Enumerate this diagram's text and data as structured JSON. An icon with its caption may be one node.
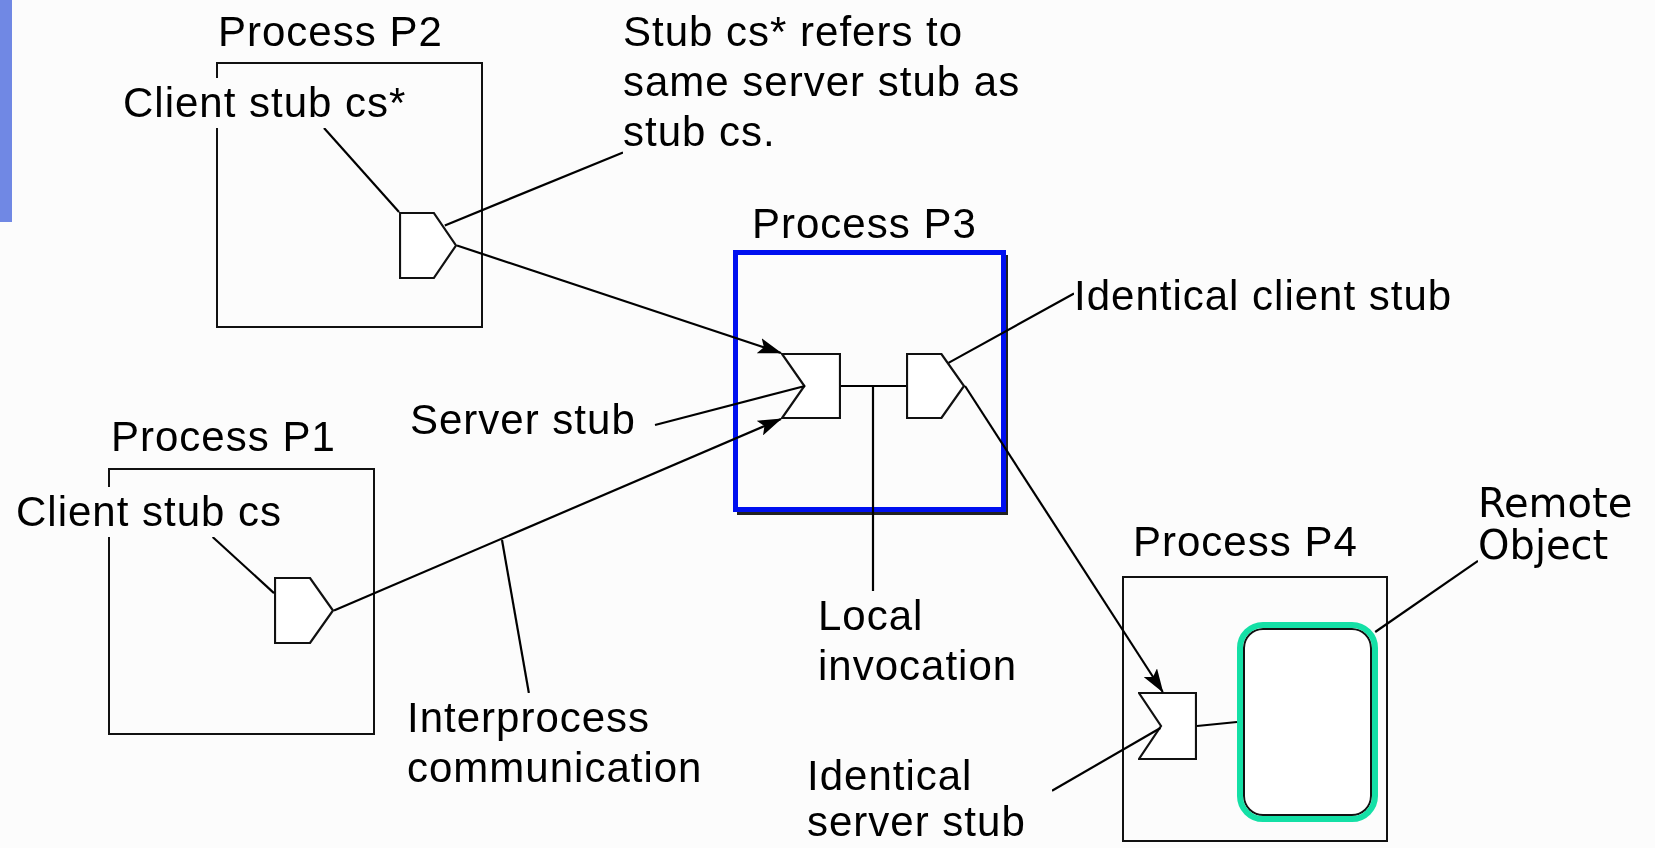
{
  "diagram": {
    "nodes": [
      {
        "text": [
          "Process P2"
        ]
      },
      {
        "text": [],
        "shape": "pentagon",
        "in": 0
      },
      {
        "text": [
          "Client stub cs*"
        ]
      },
      {
        "text": [
          "Stub cs* refers to same server stub as stub cs."
        ]
      },
      {
        "text": [
          "Process P3"
        ]
      },
      {
        "text": [],
        "shape": "chevron",
        "in": 4
      },
      {
        "text": [],
        "shape": "pentagon",
        "in": 4
      },
      {
        "text": [
          "Identical client stub"
        ]
      },
      {
        "text": [
          "Server stub"
        ]
      },
      {
        "text": [
          "Process P1"
        ]
      },
      {
        "text": [],
        "shape": "pentagon",
        "in": 9
      },
      {
        "text": [
          "Client stub cs"
        ]
      },
      {
        "text": [
          "Interprocess communication"
        ]
      },
      {
        "text": [
          "Local invocation"
        ]
      },
      {
        "text": [
          "Process P4"
        ]
      },
      {
        "text": [],
        "shape": "chevron",
        "in": 14
      },
      {
        "text": [],
        "shape": "box",
        "in": 14
      },
      {
        "text": [
          "Remote Object"
        ]
      },
      {
        "text": [
          "Identical server stub"
        ]
      }
    ],
    "edges": [
      {
        "from": 1,
        "to": 5,
        "arrow": "to"
      },
      {
        "from": 10,
        "to": 5,
        "arrow": "to"
      },
      {
        "from": 5,
        "to": 6,
        "arrow": "none"
      },
      {
        "from": 6,
        "to": 15,
        "arrow": "to"
      },
      {
        "from": 15,
        "to": 16,
        "arrow": "none"
      },
      {
        "from": 2,
        "to": 1,
        "arrow": "none"
      },
      {
        "from": 3,
        "to": 1,
        "arrow": "none"
      },
      {
        "from": 7,
        "to": 6,
        "arrow": "none"
      },
      {
        "from": 8,
        "to": 5,
        "arrow": "none"
      },
      {
        "from": 11,
        "to": 10,
        "arrow": "none"
      },
      {
        "from": 12,
        "to": null,
        "arrow": "none"
      },
      {
        "from": 13,
        "to": null,
        "arrow": "none"
      },
      {
        "from": 18,
        "to": 15,
        "arrow": "none"
      },
      {
        "from": 17,
        "to": 16,
        "arrow": "none"
      }
    ]
  }
}
